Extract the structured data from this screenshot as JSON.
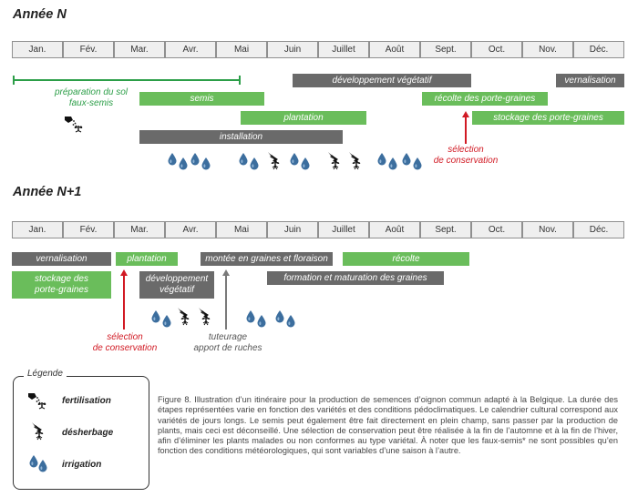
{
  "years": [
    {
      "title": "Année N"
    },
    {
      "title": "Année N+1"
    }
  ],
  "months": [
    "Jan.",
    "Fév.",
    "Mar.",
    "Avr.",
    "Mai",
    "Juin",
    "Juillet",
    "Août",
    "Sept.",
    "Oct.",
    "Nov.",
    "Déc."
  ],
  "year_n": {
    "bars": {
      "developpement": "développement végétatif",
      "vernalisation": "vernalisation",
      "semis": "semis",
      "recolte": "récolte des porte-graines",
      "plantation": "plantation",
      "stockage": "stockage des porte-graines",
      "installation": "installation"
    },
    "prep_label_1": "préparation du sol",
    "prep_label_2": "faux-semis",
    "selection_1": "sélection",
    "selection_2": "de conservation"
  },
  "year_n1": {
    "bars": {
      "vernalisation": "vernalisation",
      "plantation": "plantation",
      "montee": "montée en graines et floraison",
      "recolte": "récolte",
      "stockage_1": "stockage des",
      "stockage_2": "porte-graines",
      "developpement_1": "développement",
      "developpement_2": "végétatif",
      "formation": "formation et maturation des graines"
    },
    "selection_1": "sélection",
    "selection_2": "de conservation",
    "tuteurage_1": "tuteurage",
    "tuteurage_2": "apport de ruches"
  },
  "legend": {
    "title": "Légende",
    "items": [
      {
        "label": "fertilisation",
        "icon": "fertilisation-icon"
      },
      {
        "label": "désherbage",
        "icon": "desherbage-icon"
      },
      {
        "label": "irrigation",
        "icon": "irrigation-icon"
      }
    ]
  },
  "caption": "Figure 8. Illustration d’un itinéraire pour la production de semences d’oignon commun adapté à la Belgique. La durée des étapes représentées varie en fonction des variétés et des conditions pédoclimatiques. Le calendrier cultural correspond aux variétés de jours longs. Le semis peut également être fait directement en plein champ, sans passer par la production de plants, mais ceci est déconseillé. Une sélection de conservation peut être réalisée à la fin de l’automne et à la fin de l’hiver, afin d’éliminer les plants malades ou non conformes au type variétal. À noter que les faux-semis* ne sont possibles qu’en fonction des conditions météorologiques, qui sont variables d’une saison à l’autre.",
  "colors": {
    "green_bar": "#6abd5b",
    "grey_bar": "#6a6a6a",
    "green_text": "#2c9e48",
    "red_text": "#d11a24",
    "water_drop": "#3c6e9e"
  }
}
